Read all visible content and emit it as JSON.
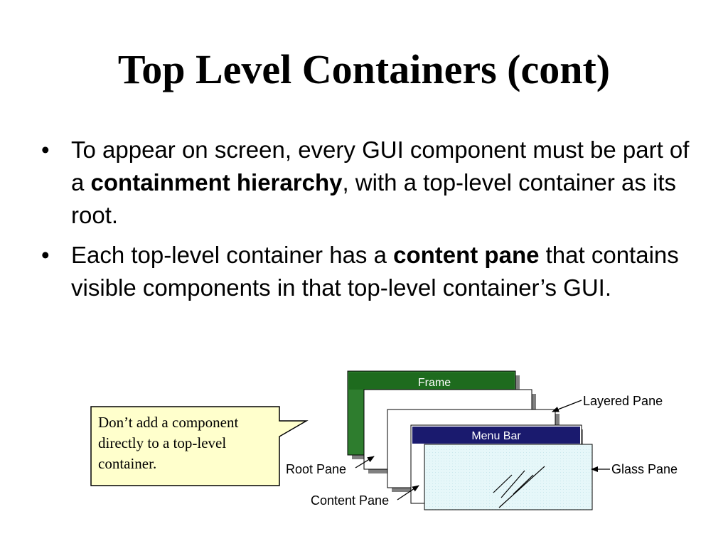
{
  "slide": {
    "title": "Top Level Containers (cont)",
    "bullet_symbol": "•",
    "bullets": [
      {
        "pre": "To appear on screen, every GUI component must be part of a ",
        "bold": "containment hierarchy",
        "post": ", with a top-level container as its root."
      },
      {
        "pre": "Each top-level container has a ",
        "bold": "content pane",
        "post": " that contains visible components in that top-level container’s GUI."
      }
    ]
  },
  "callout": {
    "text": "Don’t add a component directly to a top-level container.",
    "fill_color": "#ffffcc"
  },
  "diagram": {
    "frame_label": "Frame",
    "menu_bar_label": "Menu Bar",
    "layered_pane_label": "Layered Pane",
    "root_pane_label": "Root Pane",
    "glass_pane_label": "Glass Pane",
    "content_pane_label": "Content Pane",
    "colors": {
      "frame_title": "#1e6b1e",
      "menu_bar": "#1a1a6e",
      "glass_fill": "#e6f7f9",
      "shadow": "#808080"
    }
  }
}
